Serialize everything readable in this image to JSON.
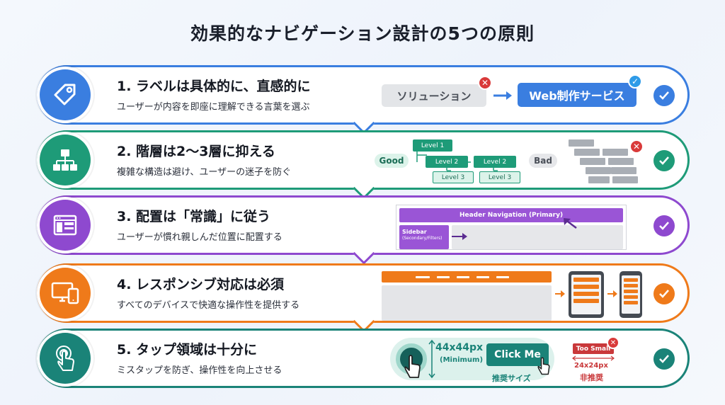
{
  "title": "効果的なナビゲーション設計の5つの原則",
  "colors": {
    "blue": "#3a7ee0",
    "green": "#1e9b78",
    "purple": "#8e49cf",
    "orange": "#ef7a1a",
    "teal": "#1a8378",
    "red": "#d93a3a"
  },
  "principles": [
    {
      "heading": "1. ラベルは具体的に、直感的に",
      "desc": "ユーザーが内容を即座に理解できる言葉を選ぶ",
      "icon": "tag-icon",
      "bad_label": "ソリューション",
      "good_label": "Web制作サービス"
    },
    {
      "heading": "2. 階層は2〜3層に抑える",
      "desc": "複雑な構造は避け、ユーザーの迷子を防ぐ",
      "icon": "hierarchy-icon",
      "good_tag": "Good",
      "bad_tag": "Bad",
      "levels": [
        "Level 1",
        "Level 2",
        "Level 2",
        "Level 3",
        "Level 3"
      ]
    },
    {
      "heading": "3. 配置は「常識」に従う",
      "desc": "ユーザーが慣れ親しんだ位置に配置する",
      "icon": "layout-icon",
      "header_nav": "Header Navigation (Primary)",
      "sidebar": "Sidebar",
      "sidebar_sub": "(Secondary/Filters)"
    },
    {
      "heading": "4. レスポンシブ対応は必須",
      "desc": "すべてのデバイスで快適な操作性を提供する",
      "icon": "devices-icon"
    },
    {
      "heading": "5. タップ領域は十分に",
      "desc": "ミスタップを防ぎ、操作性を向上させる",
      "icon": "tap-icon",
      "size_label": "44x44px",
      "size_sub": "(Minimum)",
      "button_label": "Click Me",
      "recommended": "推奨サイズ",
      "too_small": "Too Small",
      "small_size": "24x24px",
      "not_recommended": "非推奨"
    }
  ]
}
